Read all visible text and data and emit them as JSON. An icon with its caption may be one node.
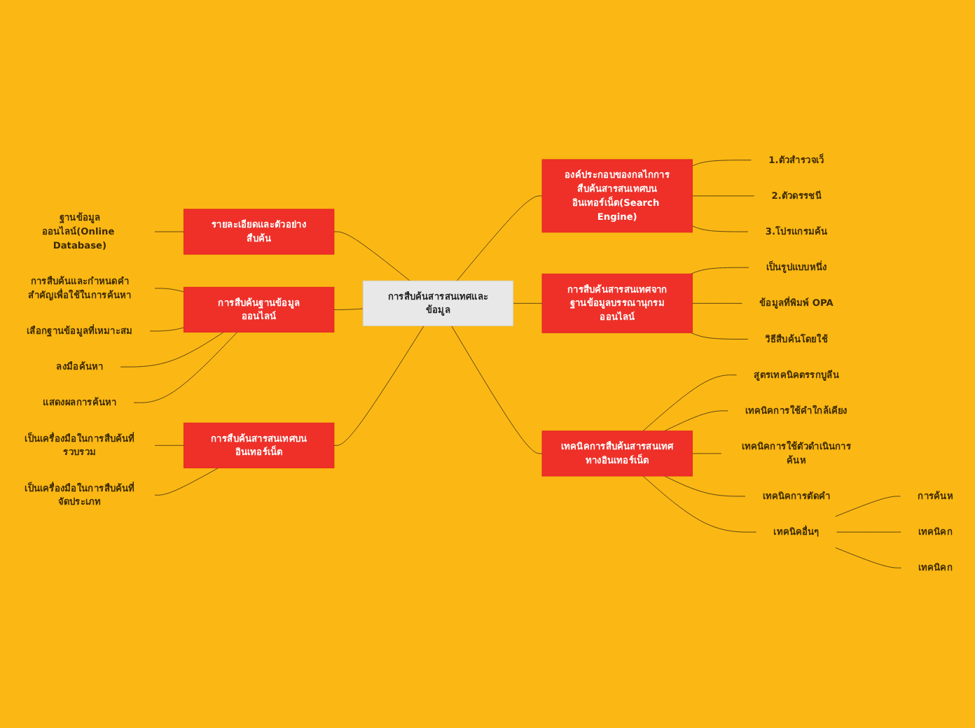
{
  "diagram": {
    "nodes": [
      {
        "text": [
          "การสืบค้นสารสนเทศและข้อมูล"
        ]
      },
      {
        "text": [
          "องค์ประกอบของกลไกการสืบค้นสารสนเทศบนอินเทอร์เน็ต(Search Engine)"
        ]
      },
      {
        "text": [
          "1.ตัวสำรวจเว็"
        ]
      },
      {
        "text": [
          "2.ตัวดรรชนี"
        ]
      },
      {
        "text": [
          "3.โปรแกรมค้น"
        ]
      },
      {
        "text": [
          "การสืบค้นสารสนเทศจากฐานข้อมูลบรรณานุกรมออนไลน์"
        ]
      },
      {
        "text": [
          "เป็นรูปแบบหนึ่ง"
        ]
      },
      {
        "text": [
          "ข้อมูลที่พิมพ์ OPA"
        ]
      },
      {
        "text": [
          "วิธีสืบค้นโดยใช้"
        ]
      },
      {
        "text": [
          "เทคนิคการสืบค้นสารสนเทศทางอินเทอร์เน็ต"
        ]
      },
      {
        "text": [
          "สูตรเทคนิคตรรกบูลีน"
        ]
      },
      {
        "text": [
          "เทคนิคการใช้คำใกล้เคียง"
        ]
      },
      {
        "text": [
          "เทคนิคการใช้ตัวดำเนินการค้นห"
        ]
      },
      {
        "text": [
          "เทคนิคการตัดคำ"
        ]
      },
      {
        "text": [
          "เทคนิคอื่นๆ"
        ]
      },
      {
        "text": [
          "การค้นห"
        ]
      },
      {
        "text": [
          "เทคนิคก"
        ]
      },
      {
        "text": [
          "เทคนิคก"
        ]
      },
      {
        "text": [
          "รายละเอียดและตัวอย่างสืบค้น"
        ]
      },
      {
        "text": [
          "ฐานข้อมูลออนไลน์(Online Database)"
        ]
      },
      {
        "text": [
          "การสืบค้นฐานข้อมูลออนไลน์"
        ]
      },
      {
        "text": [
          "การสืบค้นและกำหนดคำสำคัญเพื่อใช้ในการค้นหา"
        ]
      },
      {
        "text": [
          "เลือกฐานข้อมูลที่เหมาะสม"
        ]
      },
      {
        "text": [
          "ลงมือค้นหา"
        ]
      },
      {
        "text": [
          "แสดงผลการค้นหา"
        ]
      },
      {
        "text": [
          "การสืบค้นสารสนเทศบนอินเทอร์เน็ต"
        ]
      },
      {
        "text": [
          "เป็นเครื่องมือในการสืบค้นที่รวบรวม"
        ]
      },
      {
        "text": [
          "เป็นเครื่องมือในการสืบค้นที่จัดประเภท"
        ]
      }
    ],
    "edges": [
      {
        "from": 0,
        "to": 1,
        "arrow": "none"
      },
      {
        "from": 1,
        "to": 2,
        "arrow": "none"
      },
      {
        "from": 1,
        "to": 3,
        "arrow": "none"
      },
      {
        "from": 1,
        "to": 4,
        "arrow": "none"
      },
      {
        "from": 0,
        "to": 5,
        "arrow": "none"
      },
      {
        "from": 5,
        "to": 6,
        "arrow": "none"
      },
      {
        "from": 5,
        "to": 7,
        "arrow": "none"
      },
      {
        "from": 5,
        "to": 8,
        "arrow": "none"
      },
      {
        "from": 0,
        "to": 9,
        "arrow": "none"
      },
      {
        "from": 9,
        "to": 10,
        "arrow": "none"
      },
      {
        "from": 9,
        "to": 11,
        "arrow": "none"
      },
      {
        "from": 9,
        "to": 12,
        "arrow": "none"
      },
      {
        "from": 9,
        "to": 13,
        "arrow": "none"
      },
      {
        "from": 9,
        "to": 14,
        "arrow": "none"
      },
      {
        "from": 14,
        "to": 15,
        "arrow": "none"
      },
      {
        "from": 14,
        "to": 16,
        "arrow": "none"
      },
      {
        "from": 14,
        "to": 17,
        "arrow": "none"
      },
      {
        "from": 18,
        "to": 0,
        "arrow": "none"
      },
      {
        "from": 19,
        "to": 18,
        "arrow": "none"
      },
      {
        "from": 20,
        "to": 0,
        "arrow": "none"
      },
      {
        "from": 21,
        "to": 20,
        "arrow": "none"
      },
      {
        "from": 22,
        "to": 20,
        "arrow": "none"
      },
      {
        "from": 23,
        "to": 20,
        "arrow": "none"
      },
      {
        "from": 24,
        "to": 20,
        "arrow": "none"
      },
      {
        "from": 25,
        "to": 0,
        "arrow": "none"
      },
      {
        "from": 26,
        "to": 25,
        "arrow": "none"
      },
      {
        "from": 27,
        "to": 25,
        "arrow": "none"
      }
    ]
  }
}
